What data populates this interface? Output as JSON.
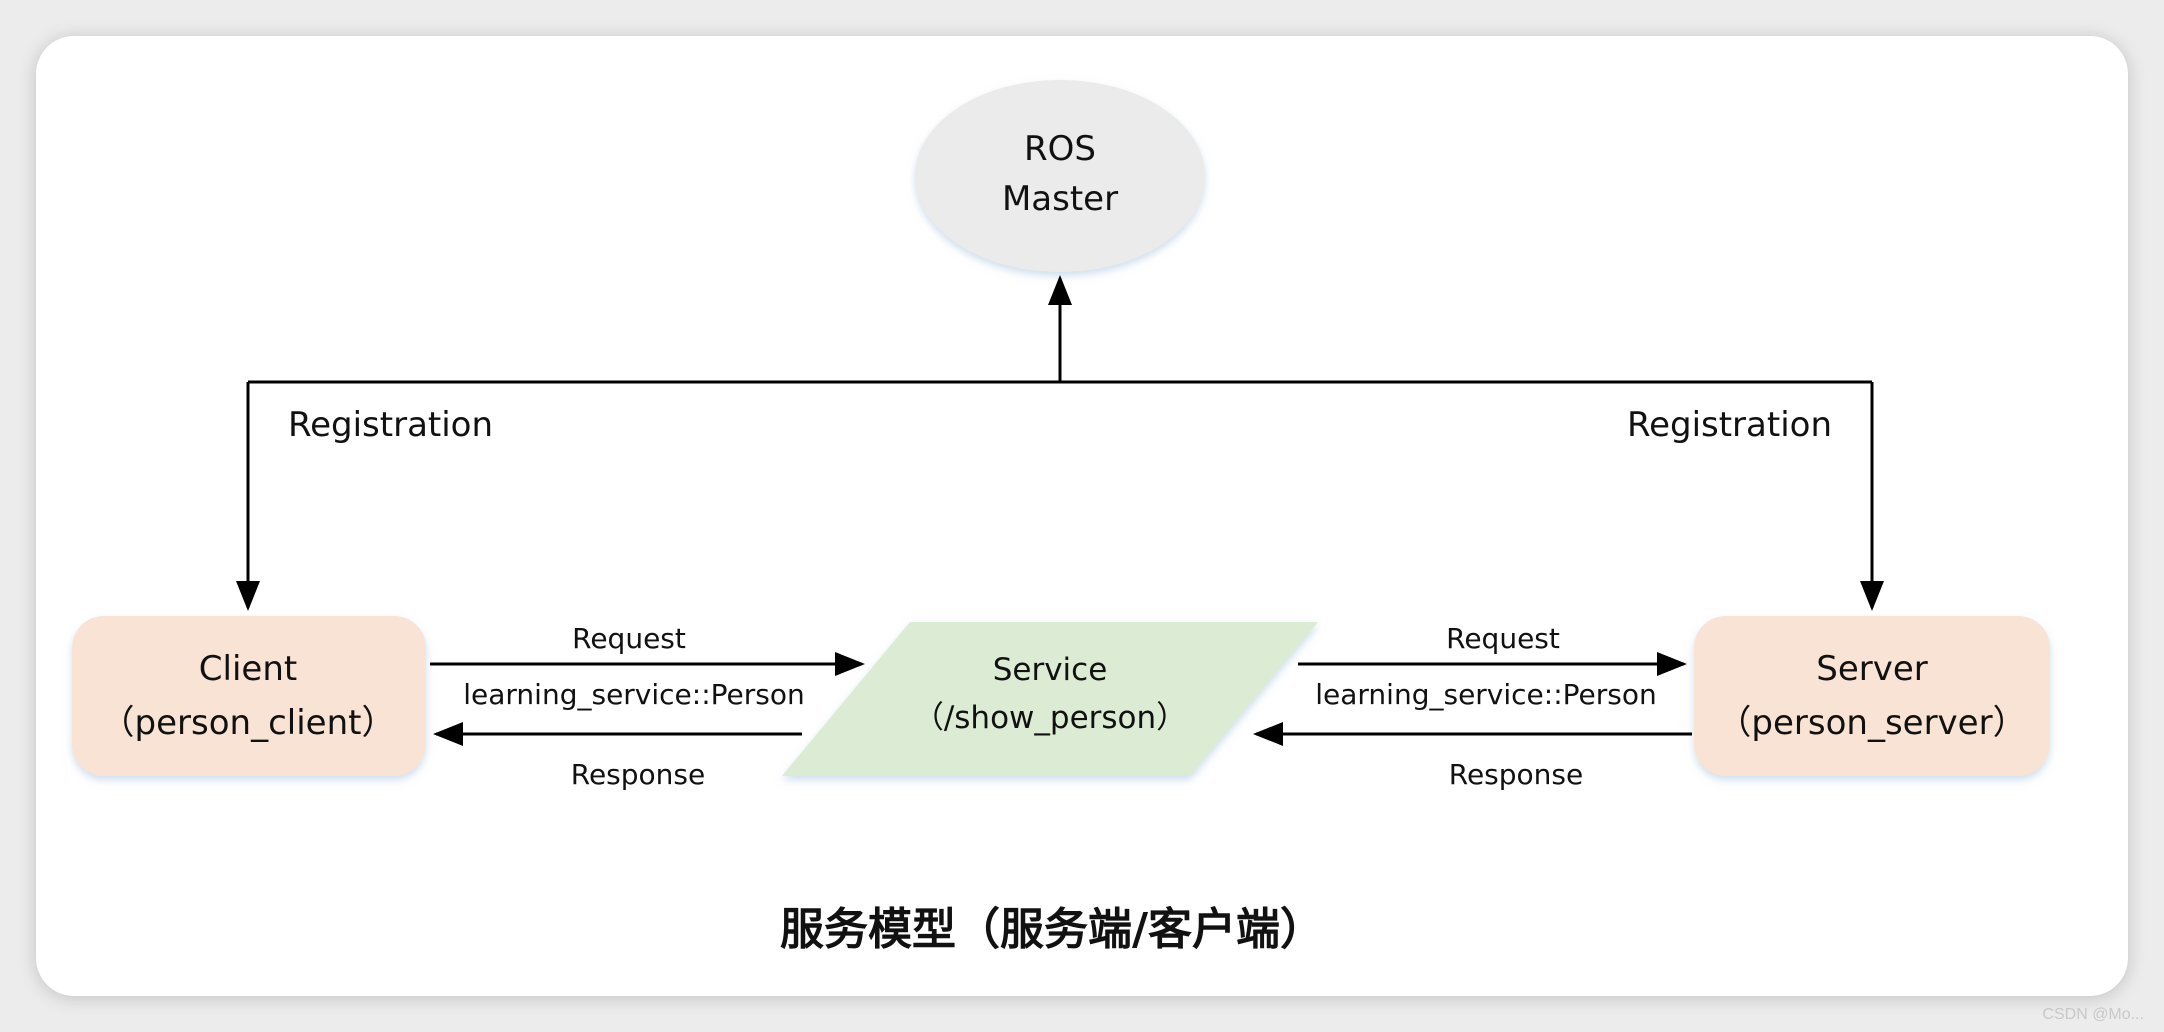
{
  "diagram": {
    "master": {
      "line1": "ROS",
      "line2": "Master"
    },
    "client": {
      "line1": "Client",
      "line2": "（person_client）"
    },
    "server": {
      "line1": "Server",
      "line2": "（person_server）"
    },
    "service": {
      "line1": "Service",
      "line2": "（/show_person）"
    },
    "left_registration": "Registration",
    "right_registration": "Registration",
    "left_request": "Request",
    "left_type": "learning_service::Person",
    "left_response": "Response",
    "right_request": "Request",
    "right_type": "learning_service::Person",
    "right_response": "Response",
    "caption": "服务模型（服务端/客户端）"
  },
  "colors": {
    "master_fill": "#ebebeb",
    "node_fill": "#f8e3d4",
    "service_fill": "#dcecd4",
    "line": "#000000"
  },
  "watermark": "CSDN @Mo..."
}
